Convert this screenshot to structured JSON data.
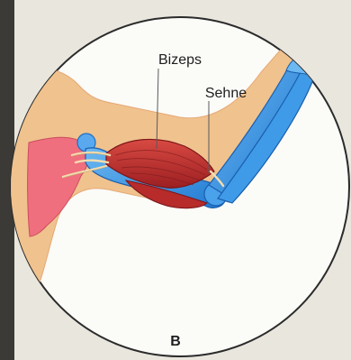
{
  "labels": {
    "muscle": "Bizeps",
    "tendon": "Sehne",
    "panel": "B"
  },
  "colors": {
    "page": "#e9e6de",
    "circle_fill": "#fbfbf8",
    "skin": "#f0c28e",
    "muscle": "#c52a2a",
    "bone": "#3f9be8",
    "shoulder_blade": "#ef6f7e",
    "tendon": "#f3ddb0"
  }
}
